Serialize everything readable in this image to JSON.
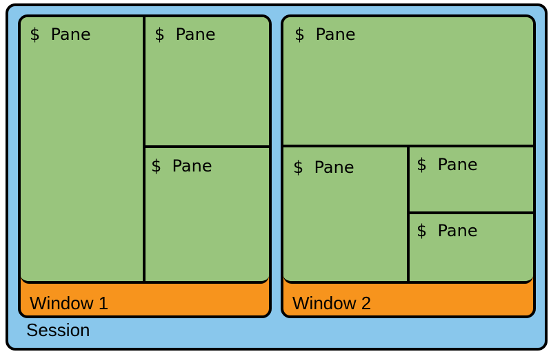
{
  "session": {
    "label": "Session",
    "background": "#89c7ec"
  },
  "windows": [
    {
      "label": "Window 1",
      "color": "#f7941d",
      "panes": [
        {
          "label": "$  Pane"
        },
        {
          "label": "$  Pane"
        },
        {
          "label": "$  Pane"
        }
      ]
    },
    {
      "label": "Window 2",
      "color": "#f7941d",
      "panes": [
        {
          "label": "$  Pane"
        },
        {
          "label": "$  Pane"
        },
        {
          "label": "$  Pane"
        },
        {
          "label": "$  Pane"
        }
      ]
    }
  ],
  "pane_color": "#99c57d"
}
